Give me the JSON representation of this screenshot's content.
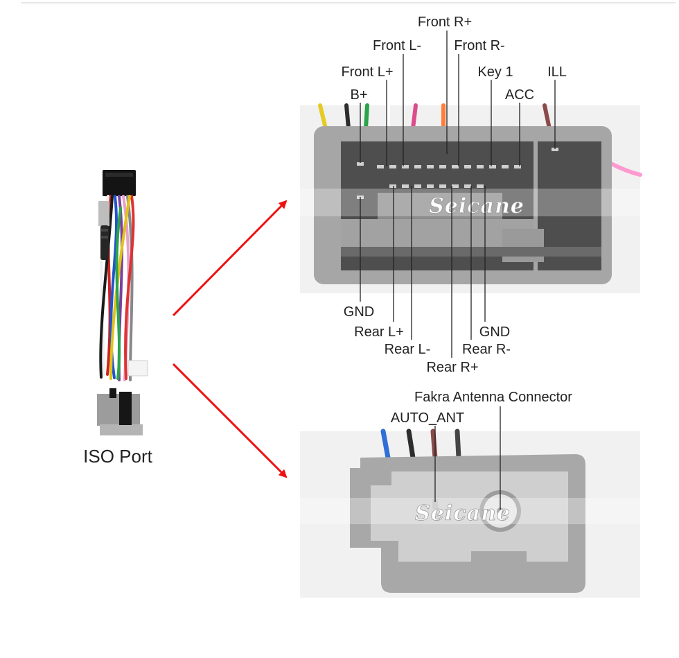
{
  "iso_port": {
    "caption": "ISO Port"
  },
  "main_connector": {
    "top_labels": [
      "Front R+",
      "Front L-",
      "Front R-",
      "Front L+",
      "Key 1",
      "ILL",
      "B+",
      "ACC"
    ],
    "bottom_labels": [
      "GND",
      "Rear L+",
      "GND",
      "Rear L-",
      "Rear R-",
      "Rear R+"
    ],
    "watermark": "Seicane"
  },
  "antenna_connector": {
    "labels": [
      "Fakra Antenna Connector",
      "AUTO_ANT"
    ],
    "watermark": "Seicane"
  },
  "colors": {
    "arrow": "#ee1111",
    "connector_body": "#a6a6a6",
    "connector_inner": "#4e4e4e",
    "photo_bg": "#f1f1f1"
  }
}
